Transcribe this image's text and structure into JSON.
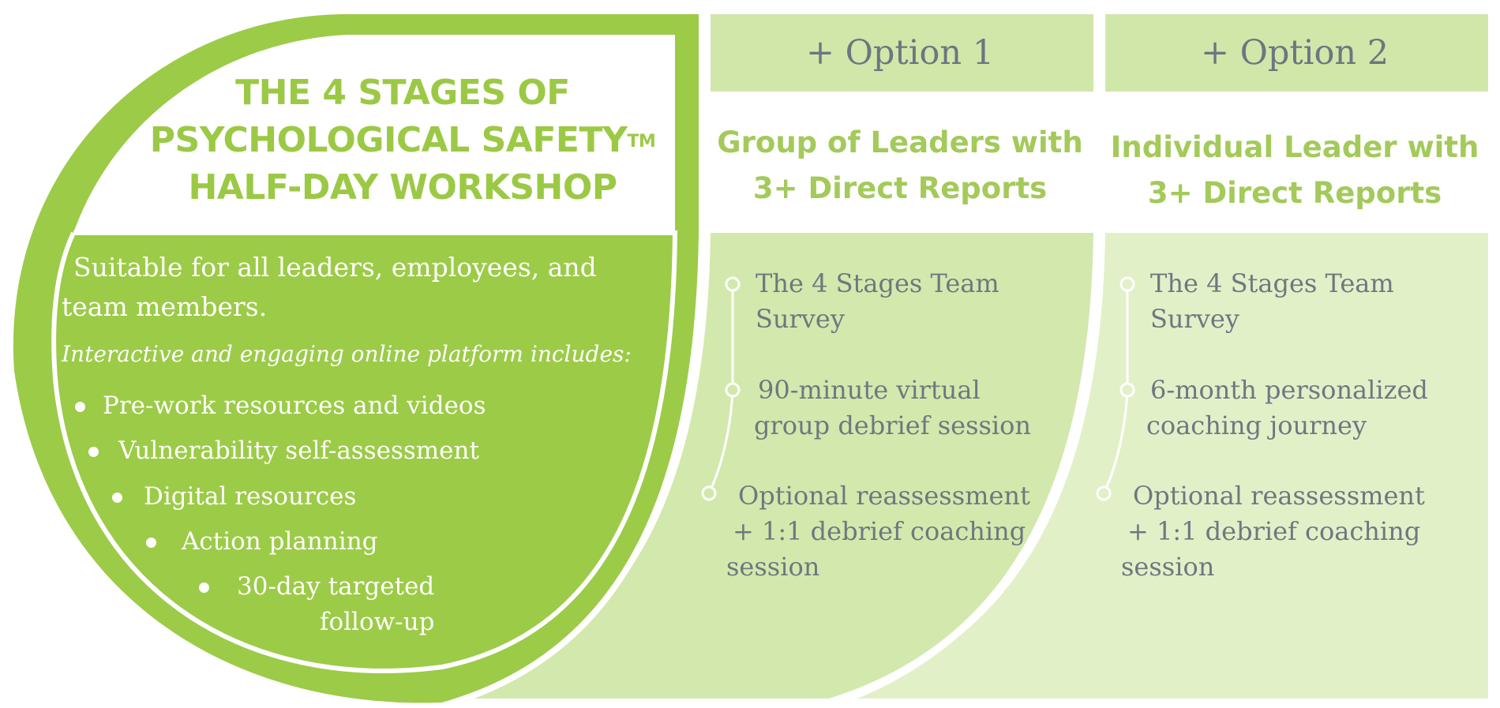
{
  "workshop": {
    "title_lines": [
      "THE 4 STAGES OF",
      "PSYCHOLOGICAL SAFETY",
      "HALF-DAY WORKSHOP"
    ],
    "trademark": "TM",
    "suitable_lines": [
      "Suitable for all leaders, employees, and",
      "team members."
    ],
    "intro": "Interactive and engaging online platform includes:",
    "bullets": [
      "Pre-work resources and videos",
      "Vulnerability self-assessment",
      "Digital resources",
      "Action planning",
      "30-day targeted",
      "follow-up"
    ]
  },
  "options": [
    {
      "header": "+ Option 1",
      "subtitle_lines": [
        "Group of Leaders with",
        "3+ Direct Reports"
      ],
      "steps": [
        [
          "The 4 Stages Team",
          "Survey"
        ],
        [
          "90-minute virtual",
          "group debrief session"
        ],
        [
          "Optional reassessment",
          "+ 1:1 debrief coaching",
          "session"
        ]
      ]
    },
    {
      "header": "+ Option 2",
      "subtitle_lines": [
        "Individual Leader with",
        "3+ Direct Reports"
      ],
      "steps": [
        [
          "The 4 Stages Team",
          "Survey"
        ],
        [
          "6-month personalized",
          "coaching journey"
        ],
        [
          "Optional reassessment",
          "+ 1:1 debrief coaching",
          "session"
        ]
      ]
    }
  ],
  "colors": {
    "primary_green": "#9ccb48",
    "option1_fill": "#d3e8ac",
    "option2_fill": "#e2f0c8",
    "header_fill": "#d1e7a9",
    "subtitle_green": "#a3ca5a",
    "gray_text": "#6f7780"
  }
}
